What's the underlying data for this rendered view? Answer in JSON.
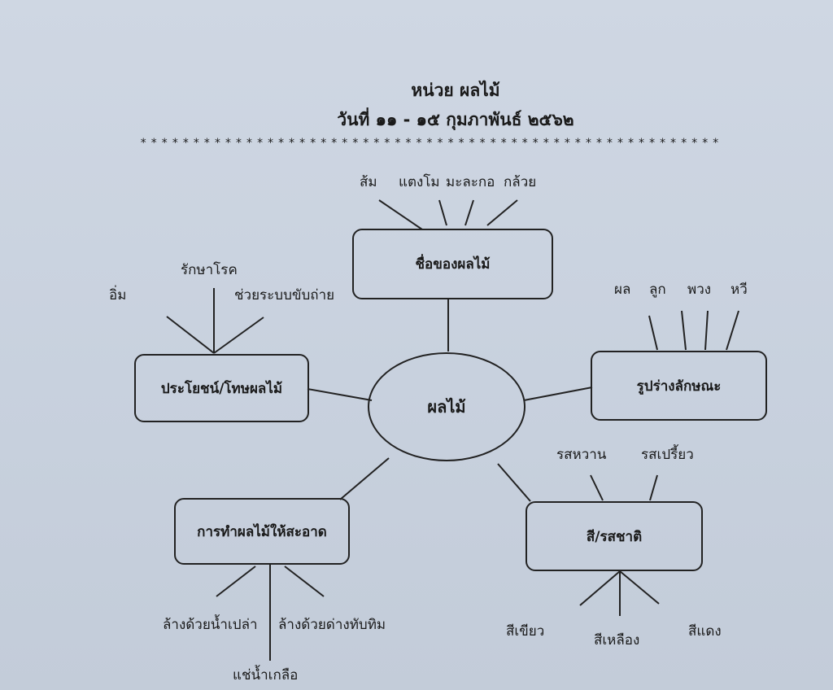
{
  "header": {
    "title": "หน่วย ผลไม้",
    "subtitle": "วันที่ ๑๑ - ๑๕ กุมภาพันธ์ ๒๕๖๒",
    "separator": "*******************************************************"
  },
  "diagram": {
    "center": "ผลไม้",
    "branches": {
      "names": {
        "label": "ชื่อของผลไม้",
        "leaves": [
          "ส้ม",
          "แตงโม",
          "มะละกอ",
          "กล้วย"
        ]
      },
      "shape": {
        "label": "รูปร่างลักษณะ",
        "leaves": [
          "ผล",
          "ลูก",
          "พวง",
          "หวี"
        ]
      },
      "taste": {
        "label": "สี/รสชาติ",
        "flavors": [
          "รสหวาน",
          "รสเปรี้ยว"
        ],
        "colors": [
          "สีเขียว",
          "สีเหลือง",
          "สีแดง"
        ]
      },
      "cleaning": {
        "label": "การทำผลไม้ให้สะอาด",
        "leaves": [
          "ล้างด้วยน้ำเปล่า",
          "แช่น้ำเกลือ",
          "ล้างด้วยด่างทับทิม"
        ]
      },
      "benefits": {
        "label": "ประโยชน์/โทษผลไม้",
        "leaves": [
          "อิ่ม",
          "รักษาโรค",
          "ช่วยระบบขับถ่าย"
        ]
      }
    }
  }
}
